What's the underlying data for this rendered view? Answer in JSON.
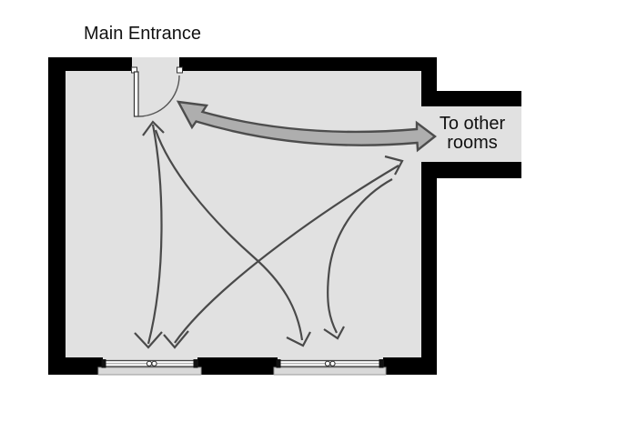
{
  "diagram": {
    "type": "floor-plan-circulation",
    "labels": {
      "main_entrance": "Main Entrance",
      "corridor_destination": "To other rooms"
    },
    "colors": {
      "outside": "#ffffff",
      "wall": "#000000",
      "room_fill": "#e1e1e1",
      "circulation_arrow_fill": "#aeaeae",
      "circulation_arrow_outline": "#4d4d4d",
      "flow_line": "#4a4a4a",
      "window_sill_fill": "#d9d9d9",
      "fixture_fill": "#ffffff",
      "text": "#111111"
    }
  }
}
